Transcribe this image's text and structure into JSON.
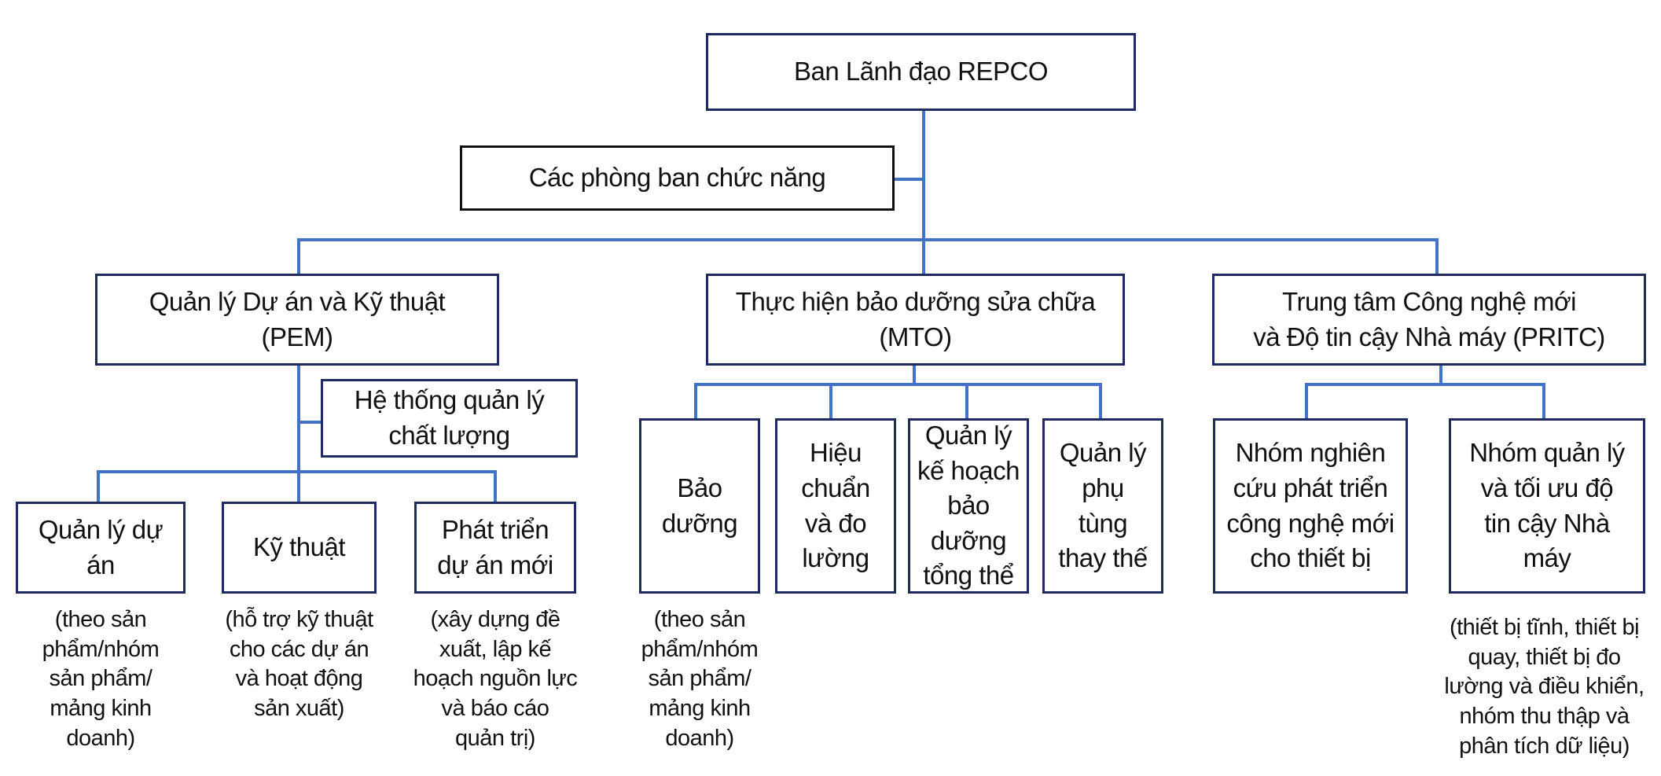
{
  "colors": {
    "connector": "#4472c4",
    "box_border": "#1f2a5e",
    "text": "#111111"
  },
  "root": {
    "label": "Ban Lãnh đạo REPCO"
  },
  "functional": {
    "label": "Các phòng ban chức năng"
  },
  "divisions": {
    "pem": {
      "label": "Quản lý Dự án và Kỹ thuật\n(PEM)",
      "side_unit": "Hệ thống quản lý\nchất lượng",
      "children": [
        {
          "label": "Quản lý dự án",
          "note": "(theo sản\nphẩm/nhóm\nsản phẩm/\nmảng kinh\ndoanh)"
        },
        {
          "label": "Kỹ thuật",
          "note": "(hỗ trợ kỹ thuật\ncho các dự án\nvà hoạt động\nsản xuất)"
        },
        {
          "label": "Phát triển\ndự án mới",
          "note": "(xây dựng đề\nxuất, lập kế\nhoạch nguồn lực\nvà báo cáo\nquản trị)"
        }
      ]
    },
    "mto": {
      "label": "Thực hiện bảo dưỡng sửa chữa\n(MTO)",
      "children": [
        {
          "label": "Bảo\ndưỡng",
          "note": "(theo sản\nphẩm/nhóm\nsản phẩm/\nmảng kinh\ndoanh)"
        },
        {
          "label": "Hiệu\nchuẩn\nvà đo\nlường"
        },
        {
          "label": "Quản lý\nkế hoạch\nbảo dưỡng\ntổng thể"
        },
        {
          "label": "Quản lý\nphụ\ntùng\nthay thế"
        }
      ]
    },
    "pritc": {
      "label": "Trung tâm Công nghệ mới\nvà Độ tin cậy Nhà máy  (PRITC)",
      "children": [
        {
          "label": "Nhóm nghiên\ncứu phát triển\ncông nghệ mới\ncho thiết bị"
        },
        {
          "label": "Nhóm quản lý\nvà tối ưu độ\ntin cậy Nhà\nmáy",
          "note": "(thiết bị tĩnh, thiết bị\nquay, thiết bị đo\nlường và điều khiển,\nnhóm thu thập và\nphân tích dữ liệu)"
        }
      ]
    }
  }
}
